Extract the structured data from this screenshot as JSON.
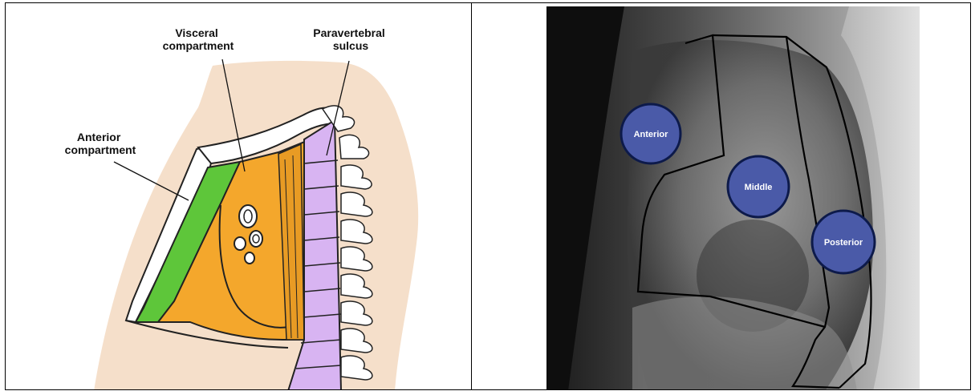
{
  "left_diagram": {
    "labels": {
      "visceral": [
        "Visceral",
        "compartment"
      ],
      "paravertebral": [
        "Paravertebral",
        "sulcus"
      ],
      "anterior": [
        "Anterior",
        "compartment"
      ]
    },
    "colors": {
      "skin": "#f5dfca",
      "anterior": "#5ec63a",
      "visceral": "#f4a72c",
      "vertebra": "#d8b4f2",
      "bone": "#ffffff",
      "outline": "#222222"
    }
  },
  "right_xray": {
    "zones": {
      "anterior": "Anterior",
      "middle": "Middle",
      "posterior": "Posterior"
    },
    "colors": {
      "zone_fill": "#4a5aa8",
      "zone_stroke": "#0d1a4a",
      "outline": "#000000"
    }
  }
}
